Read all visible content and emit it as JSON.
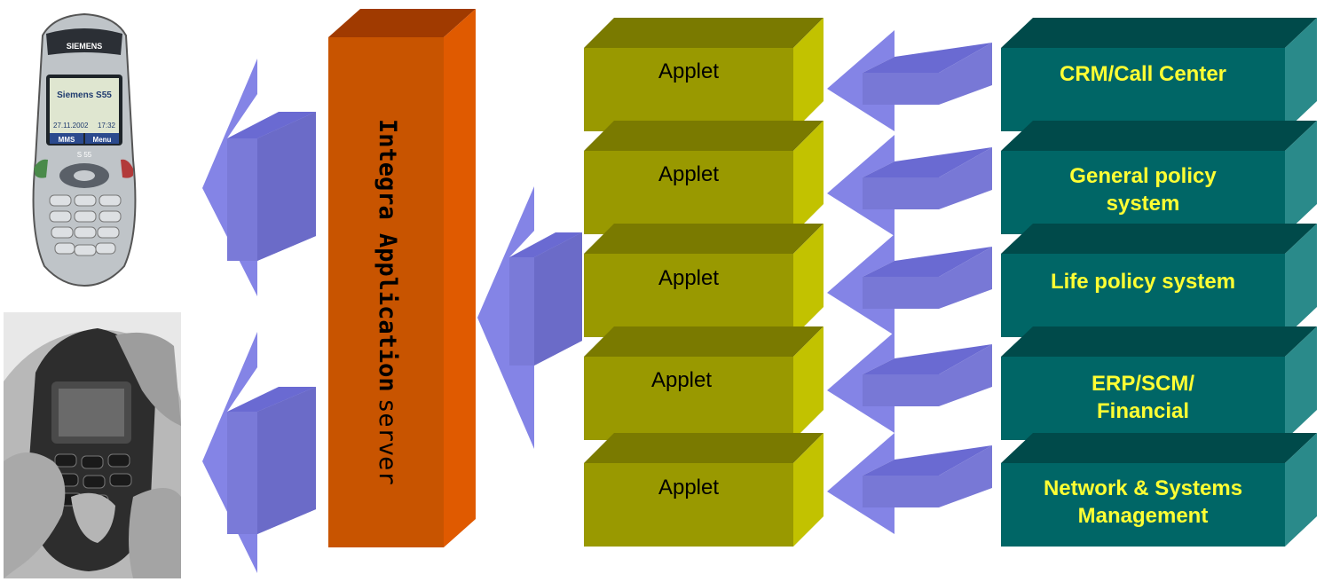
{
  "server": {
    "word1": "Integra",
    "word2": "Application",
    "word3": "server"
  },
  "applets": [
    "Applet",
    "Applet",
    "Applet",
    "Applet",
    "Applet"
  ],
  "systems": [
    "CRM/Call Center",
    "General policy system",
    "Life policy system",
    "ERP/SCM/ Financial",
    "Network & Systems Management"
  ],
  "devices": [
    {
      "name": "siemens-phone",
      "brand": "SIEMENS",
      "screen_title": "Siemens S55",
      "date": "27.11.2002",
      "time": "17:32",
      "softkey_left": "MMS",
      "softkey_right": "Menu",
      "model": "S 55"
    },
    {
      "name": "hands-holding-phone"
    }
  ],
  "colors": {
    "server": "#c85400",
    "applet": "#999900",
    "system": "#006666",
    "system_text": "#ffff33",
    "arrow": "#8080e0"
  }
}
